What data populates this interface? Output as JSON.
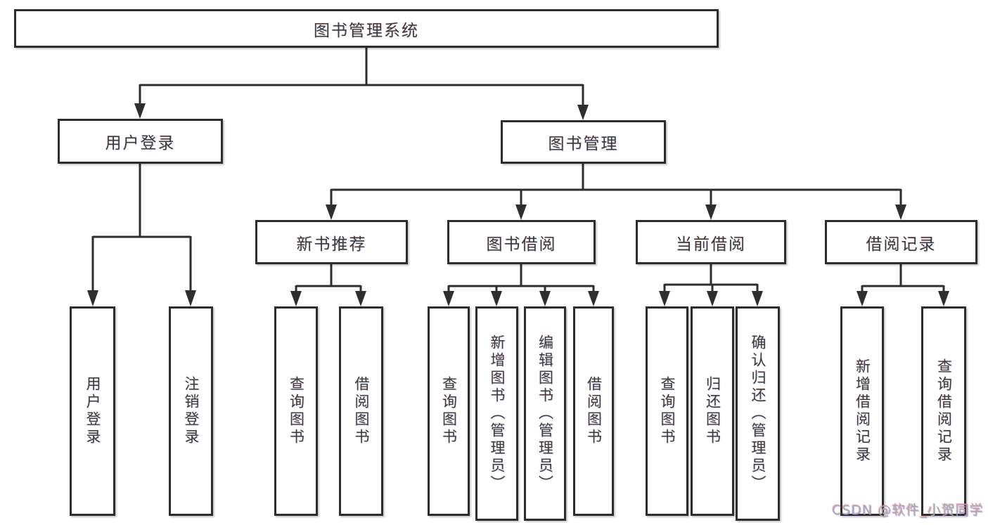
{
  "diagram": {
    "title": "图书管理系统",
    "nodes": {
      "user_login": "用户登录",
      "book_mgmt": "图书管理",
      "new_book_recommend": "新书推荐",
      "book_borrow": "图书借阅",
      "current_borrow": "当前借阅",
      "borrow_records": "借阅记录"
    },
    "leaves": {
      "user_login_login": "用户登录",
      "user_login_logout": "注销登录",
      "recommend_query_book": "查询图书",
      "recommend_borrow_book": "借阅图书",
      "borrow_query_book": "查询图书",
      "borrow_add_book": "新增图书（管理员）",
      "borrow_edit_book": "编辑图书（管理员）",
      "borrow_borrow_book": "借阅图书",
      "current_query_book": "查询图书",
      "current_return_book": "归还图书",
      "current_confirm_return": "确认归还（管理员）",
      "records_add_record": "新增借阅记录",
      "records_query_record": "查询借阅记录"
    }
  },
  "watermark": "CSDN @软件_小贺同学",
  "colors": {
    "line": "#2e2e2e",
    "border": "#2d2d2d",
    "text": "#3a3a3a",
    "watermark": "#a9a9a9",
    "background": "#ffffff"
  }
}
